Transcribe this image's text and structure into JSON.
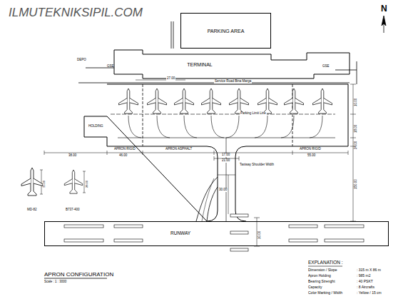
{
  "diagram": {
    "title": "APRON CONFIGURATION",
    "caption": "Scale : 1 : 3000",
    "nodes": [
      {
        "text": [
          "PARKING AREA"
        ]
      },
      {
        "text": [
          "TERMINAL"
        ]
      },
      {
        "text": [
          "RUNWAY"
        ]
      }
    ],
    "labels": [
      "ILMUTEKNIKSIPIL.COM",
      "N",
      "DEPO",
      "GSE",
      "GSE",
      "27.00",
      "Service Road Bina Marga",
      "Parking Limit Line",
      "HOLDING",
      "APRON RIGID",
      "46.00",
      "38.00",
      "APRON ASPHALT",
      "17.00",
      "21.00",
      "APRON RIGID",
      "55.00",
      "Taxiway Shoulder Width",
      "30.00",
      "10.00",
      "18.00",
      "24.00",
      "150.00",
      "10.00",
      "MD-82",
      "B737-400",
      "33.00",
      "28.00",
      "EXPLANATION :",
      "Dimension / Slope",
      ": 315 m X 86 m",
      "Apron Holding",
      ": 985 m2",
      "Bearing Strenght",
      ": 40 PSKT",
      "Capacity",
      ": 8 Aircrafts",
      "Color Marking / Width",
      ": Yellow / 15 cm"
    ]
  }
}
